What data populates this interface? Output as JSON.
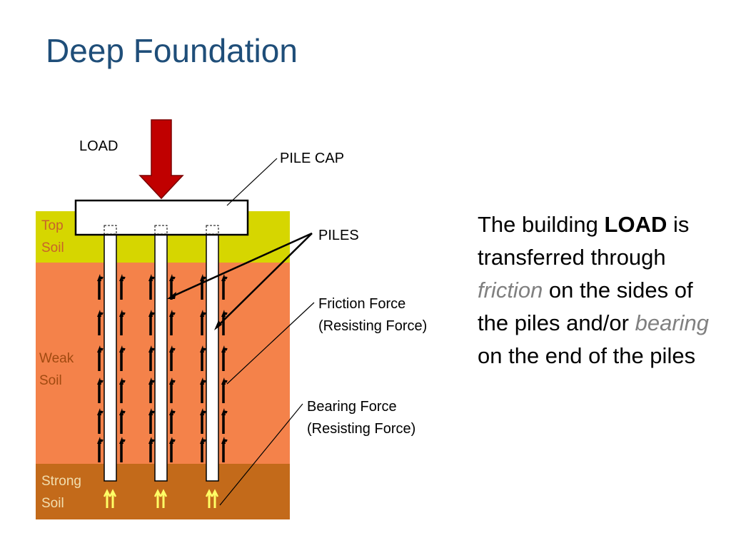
{
  "title": "Deep Foundation",
  "labels": {
    "load": "LOAD",
    "pile_cap": "PILE CAP",
    "piles": "PILES",
    "friction_force": [
      "Friction Force",
      "(Resisting Force)"
    ],
    "bearing_force": [
      "Bearing Force",
      "(Resisting Force)"
    ]
  },
  "soil_layers": [
    {
      "id": "top",
      "lines": [
        "Top",
        "Soil"
      ],
      "fill": "#d6d600",
      "text_color": "#c8622a"
    },
    {
      "id": "weak",
      "lines": [
        "Weak",
        "Soil"
      ],
      "fill": "#f4824a",
      "text_color": "#a14a10"
    },
    {
      "id": "strong",
      "lines": [
        "Strong",
        "Soil"
      ],
      "fill": "#c36a1a",
      "text_color": "#f2dfb0"
    }
  ],
  "colors": {
    "title": "#1f4e79",
    "load_arrow": "#c00000",
    "friction_arrow": "#000000",
    "bearing_arrow": "#ffff66",
    "muted_text": "#808080"
  },
  "icons": {
    "load": "down-arrow-icon",
    "friction": "up-hook-arrow-icon",
    "bearing": "double-up-arrow-icon"
  },
  "description": {
    "p1": "The building ",
    "load_word": "LOAD",
    "p2": " is transferred through ",
    "friction_word": "friction",
    "p3": " on the sides of the piles and/or ",
    "bearing_word": "bearing",
    "p4": " on the end of the piles"
  }
}
